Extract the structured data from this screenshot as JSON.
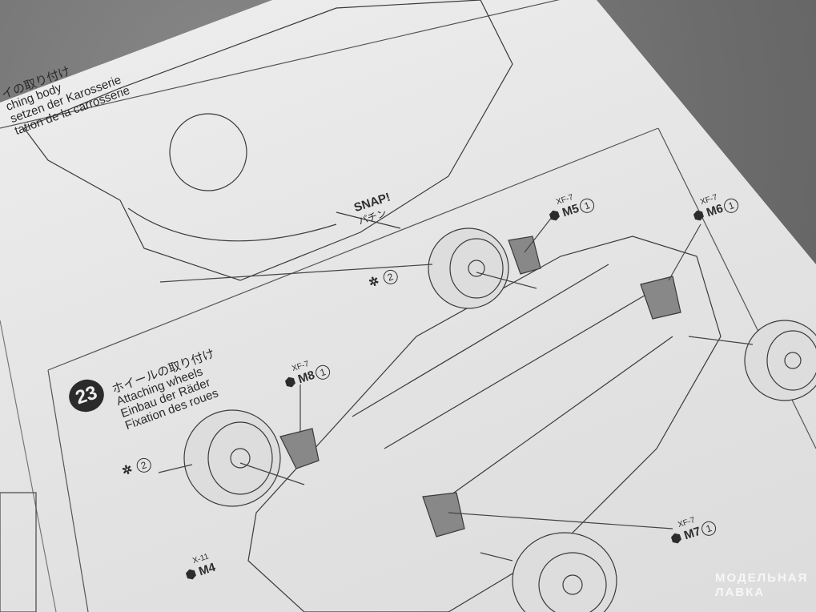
{
  "prev_step": {
    "title_jp": "イの取り付け",
    "title_en": "ching body",
    "title_de": "setzen der Karosserie",
    "title_fr": "tation de la carrosserie",
    "snap_en": "SNAP!",
    "snap_jp": "パチン"
  },
  "step": {
    "number": "23",
    "title_jp": "ホイールの取り付け",
    "title_en": "Attaching wheels",
    "title_de": "Einbau der Räder",
    "title_fr": "Fixation des roues"
  },
  "parts": [
    {
      "paint": "XF-7",
      "part": "M5",
      "qty": "1"
    },
    {
      "paint": "XF-7",
      "part": "M6",
      "qty": "1"
    },
    {
      "paint": "XF-7",
      "part": "M8",
      "qty": "1"
    },
    {
      "paint": "XF-7",
      "part": "M7",
      "qty": "1"
    },
    {
      "paint": "X-11",
      "part": "M4"
    }
  ],
  "wheel_refs": [
    "2",
    "2"
  ],
  "watermark": {
    "line1": "МОДЕЛЬНАЯ",
    "line2": "ЛАВКА"
  }
}
